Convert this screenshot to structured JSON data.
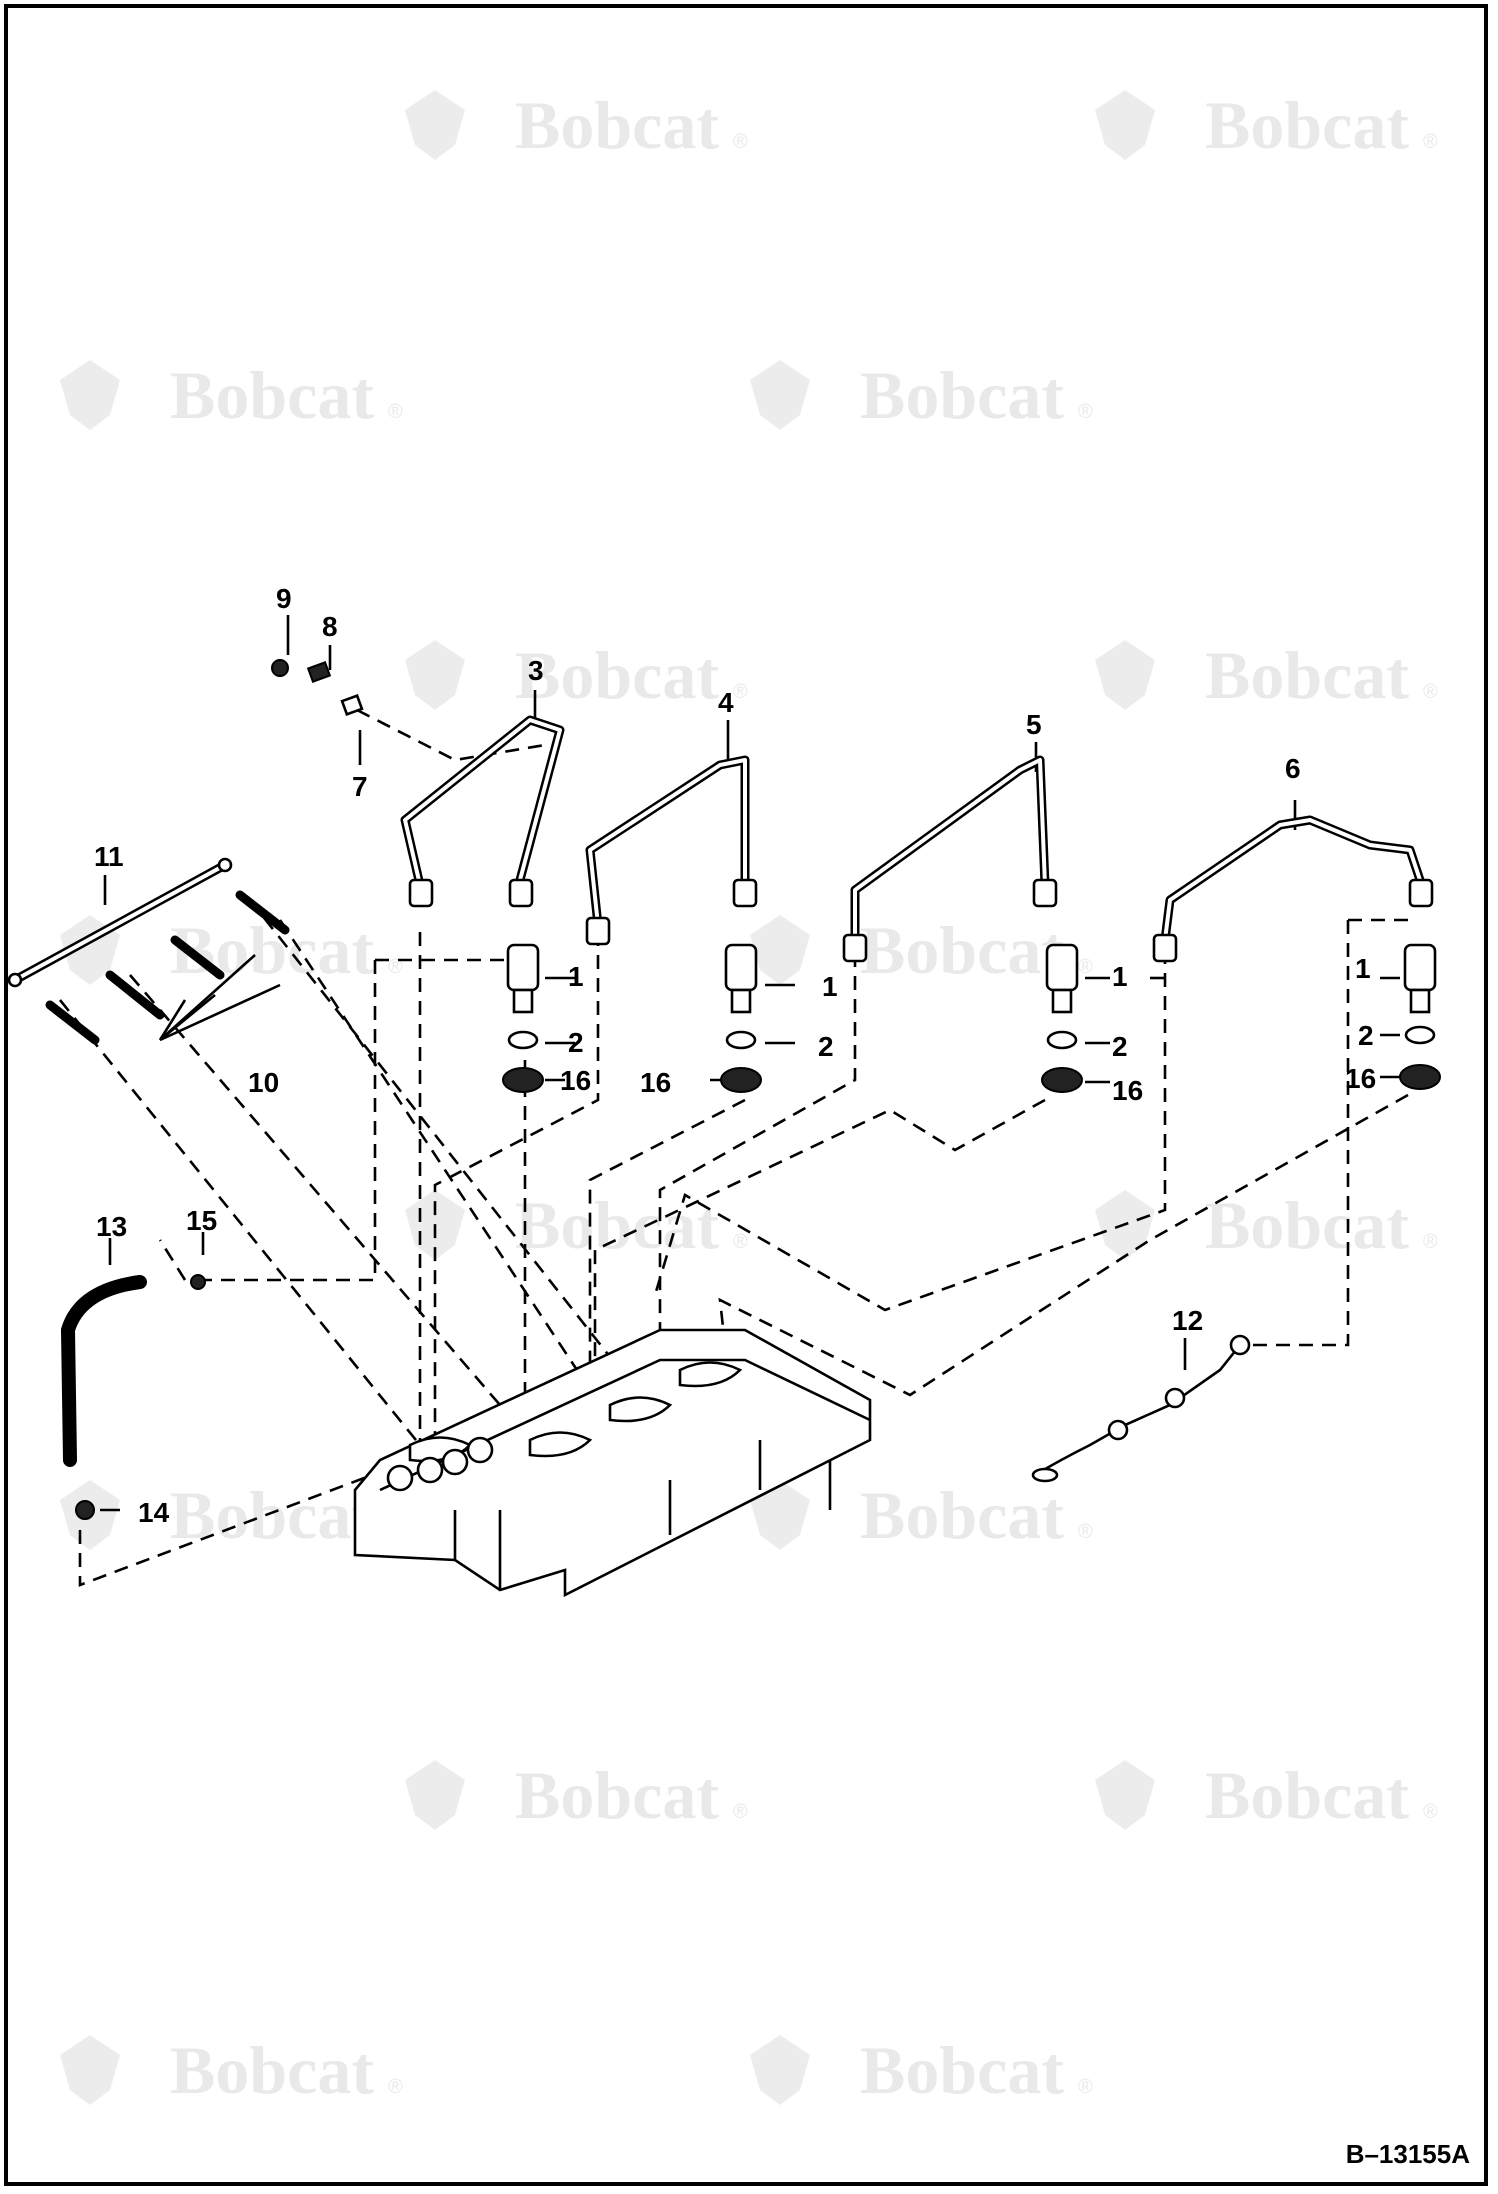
{
  "diagram": {
    "drawing_number": "B–13155A",
    "watermark_text": "Bobcat",
    "watermark_mark": "®",
    "callouts": {
      "c1": "1",
      "c2": "2",
      "c3": "3",
      "c4": "4",
      "c5": "5",
      "c6": "6",
      "c7": "7",
      "c8": "8",
      "c9": "9",
      "c10": "10",
      "c11": "11",
      "c12": "12",
      "c13": "13",
      "c14": "14",
      "c15": "15",
      "c16": "16"
    },
    "colors": {
      "line": "#000000",
      "watermark": "#e9e9e9",
      "background": "#ffffff"
    }
  }
}
